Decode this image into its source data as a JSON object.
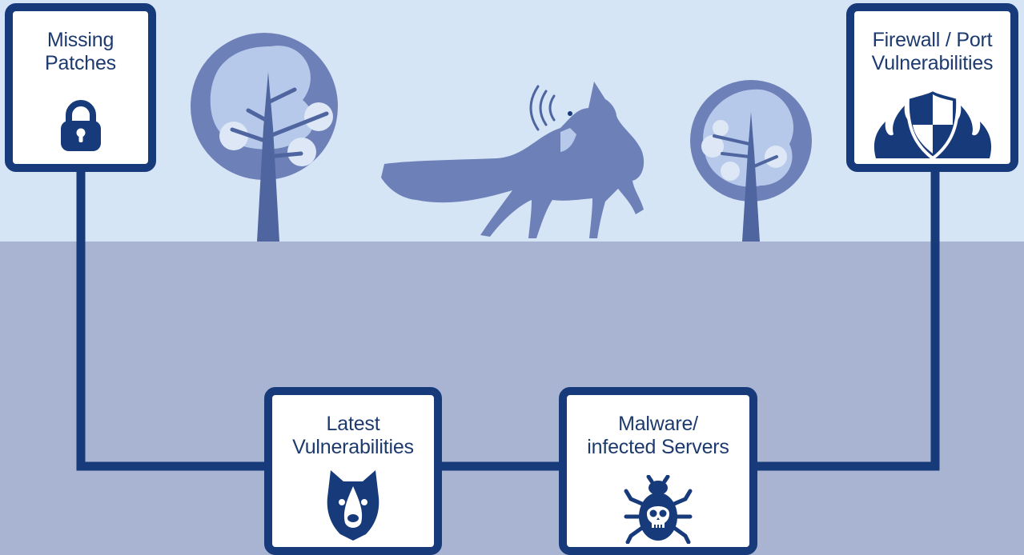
{
  "colors": {
    "sky": "#d6e5f5",
    "ground": "#a9b4d3",
    "connector": "#173a7a",
    "card_border": "#173a7a",
    "card_text": "#1d3a6e",
    "illustration_dark": "#4e65a0",
    "illustration_mid": "#6d80b8",
    "illustration_light": "#b7c9ea"
  },
  "nodes": {
    "missing_patches": {
      "line1": "Missing",
      "line2": "Patches",
      "icon": "padlock-icon"
    },
    "firewall": {
      "line1": "Firewall / Port",
      "line2": "Vulnerabilities",
      "icon": "burning-shield-icon"
    },
    "latest": {
      "line1": "Latest",
      "line2": "Vulnerabilities",
      "icon": "dog-face-icon"
    },
    "malware": {
      "line1": "Malware/",
      "line2": "infected Servers",
      "icon": "skull-bug-icon"
    }
  },
  "illustration": [
    "tree-left",
    "fox-sniffing",
    "tree-right"
  ]
}
